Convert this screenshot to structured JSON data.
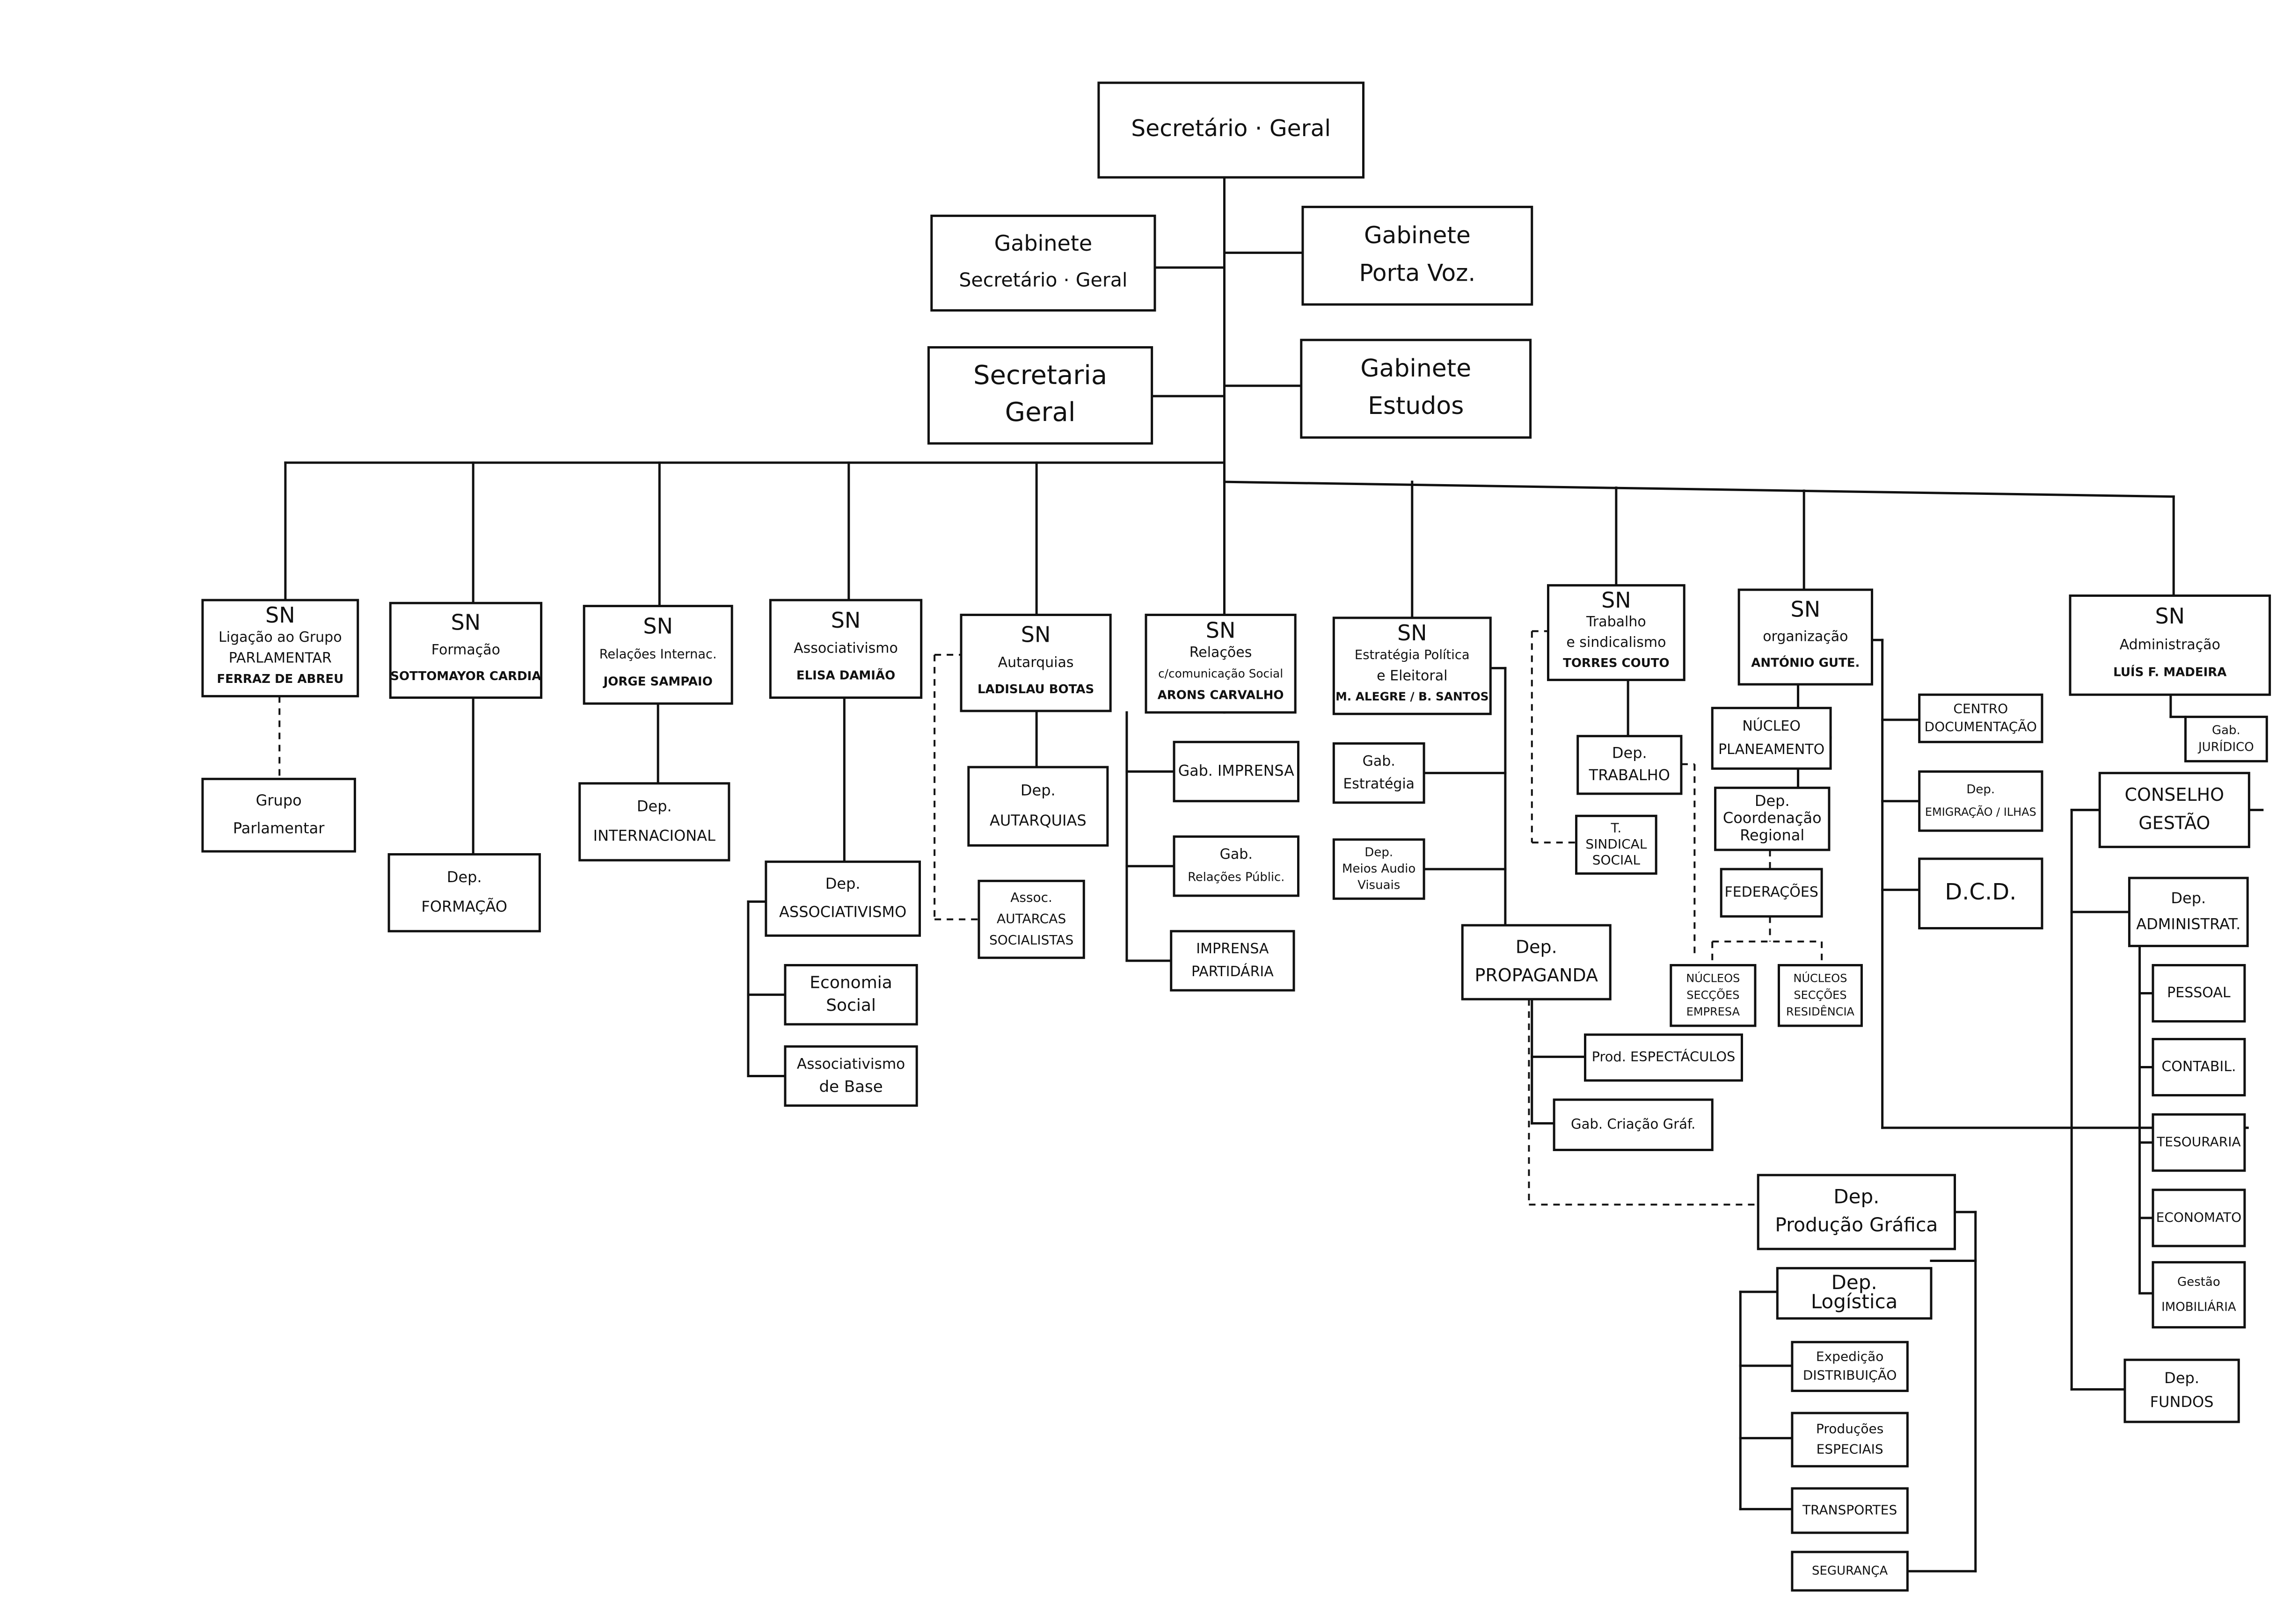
{
  "nodes": {
    "sg": [
      "Secretário · Geral"
    ],
    "gab_sg": [
      "Gabinete",
      "Secretário · Geral"
    ],
    "gab_pv": [
      "Gabinete",
      "Porta Voz."
    ],
    "sec_geral": [
      "Secretaria",
      "Geral"
    ],
    "gab_est": [
      "Gabinete",
      "Estudos"
    ],
    "sn_lig": [
      "SN",
      "Ligação ao Grupo",
      "PARLAMENTAR",
      "FERRAZ DE ABREU"
    ],
    "grupo_parl": [
      "Grupo",
      "Parlamentar"
    ],
    "sn_form": [
      "SN",
      "Formação",
      "SOTTOMAYOR CARDIA"
    ],
    "dep_form": [
      "Dep.",
      "FORMAÇÃO"
    ],
    "sn_rel_int": [
      "SN",
      "Relações Internac.",
      "JORGE SAMPAIO"
    ],
    "dep_int": [
      "Dep.",
      "INTERNACIONAL"
    ],
    "sn_assoc": [
      "SN",
      "Associativismo",
      "ELISA DAMIÃO"
    ],
    "dep_assoc": [
      "Dep.",
      "ASSOCIATIVISMO"
    ],
    "econ_social": [
      "Economia",
      "Social"
    ],
    "assoc_base": [
      "Associativismo",
      "de Base"
    ],
    "sn_autarq": [
      "SN",
      "Autarquias",
      "LADISLAU BOTAS"
    ],
    "dep_autarq": [
      "Dep.",
      "AUTARQUIAS"
    ],
    "assoc_autarq": [
      "Assoc.",
      "AUTARCAS",
      "SOCIALISTAS"
    ],
    "sn_relcom": [
      "SN",
      "Relações",
      "c/comunicação Social",
      "ARONS CARVALHO"
    ],
    "gab_imprensa": [
      "Gab. IMPRENSA"
    ],
    "gab_relpub": [
      "Gab.",
      "Relações Públic."
    ],
    "imprensa_part": [
      "IMPRENSA",
      "PARTIDÁRIA"
    ],
    "sn_estrat": [
      "SN",
      "Estratégia Política",
      "e Eleitoral",
      "M. ALEGRE / B. SANTOS"
    ],
    "gab_estrat": [
      "Gab.",
      "Estratégia"
    ],
    "dep_meios": [
      "Dep.",
      "Meios Audio",
      "Visuais"
    ],
    "dep_propag": [
      "Dep.",
      "PROPAGANDA"
    ],
    "prod_espect": [
      "Prod. ESPECTÁCULOS"
    ],
    "gab_criacao": [
      "Gab. Criação Gráf."
    ],
    "dep_prodgraf": [
      "Dep.",
      "Produção Gráfica"
    ],
    "sn_trab": [
      "SN",
      "Trabalho",
      "e sindicalismo",
      "TORRES COUTO"
    ],
    "dep_trab": [
      "Dep.",
      "TRABALHO"
    ],
    "t_sind": [
      "T.",
      "SINDICAL",
      "SOCIAL"
    ],
    "sn_org": [
      "SN",
      "organização",
      "ANTÓNIO GUTE."
    ],
    "nucleo_plan": [
      "NÚCLEO",
      "PLANEAMENTO"
    ],
    "dep_coord": [
      "Dep.",
      "Coordenação",
      "Regional"
    ],
    "federacoes": [
      "FEDERAÇÕES"
    ],
    "nuc_empresa": [
      "NÚCLEOS",
      "SECÇÕES",
      "EMPRESA"
    ],
    "nuc_residencia": [
      "NÚCLEOS",
      "SECÇÕES",
      "RESIDÊNCIA"
    ],
    "centro_doc": [
      "CENTRO",
      "DOCUMENTAÇÃO"
    ],
    "dep_emig": [
      "Dep.",
      "EMIGRAÇÃO / ILHAS"
    ],
    "dcd": [
      "D.C.D."
    ],
    "dep_logist": [
      "Dep.",
      "Logística"
    ],
    "exped_distr": [
      "Expedição",
      "DISTRIBUIÇÃO"
    ],
    "prod_especiais": [
      "Produções",
      "ESPECIAIS"
    ],
    "transportes": [
      "TRANSPORTES"
    ],
    "seguranca": [
      "SEGURANÇA"
    ],
    "sn_admin": [
      "SN",
      "Administração",
      "LUÍS F. MADEIRA"
    ],
    "gab_jur": [
      "Gab.",
      "JURÍDICO"
    ],
    "cons_gestao": [
      "CONSELHO",
      "GESTÃO"
    ],
    "dep_admin": [
      "Dep.",
      "ADMINISTRAT."
    ],
    "pessoal": [
      "PESSOAL"
    ],
    "contab": [
      "CONTABIL."
    ],
    "tesouraria": [
      "TESOURARIA"
    ],
    "economato": [
      "ECONOMATO"
    ],
    "gestao_imob": [
      "Gestão",
      "IMOBILIÁRIA"
    ],
    "dep_fundos": [
      "Dep.",
      "FUNDOS"
    ]
  }
}
